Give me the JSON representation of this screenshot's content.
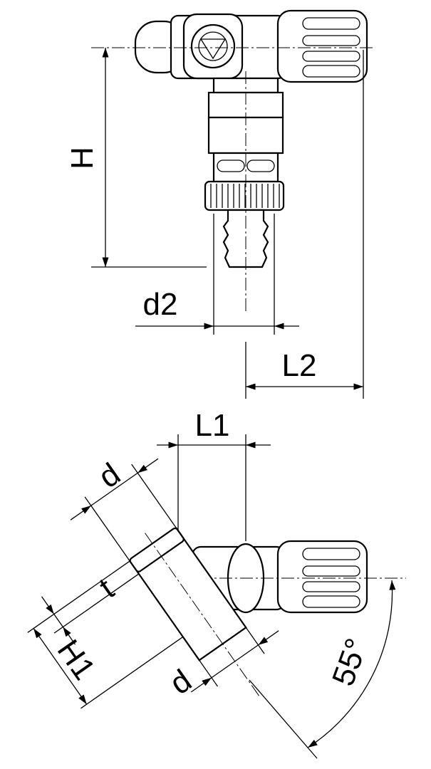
{
  "labels": {
    "height": "H",
    "hose_diameter": "d2",
    "length_2": "L2",
    "length_1": "L1",
    "pipe_diameter_top": "d",
    "insertion_depth": "t",
    "height_1": "H1",
    "pipe_diameter_bottom": "d",
    "angle": "55°"
  },
  "colors": {
    "line": "#000000",
    "background": "#ffffff"
  }
}
